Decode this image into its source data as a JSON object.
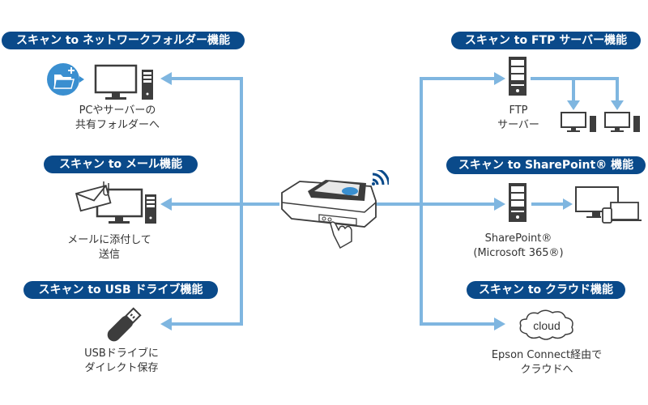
{
  "colors": {
    "pill": "#0a4a8a",
    "arrow": "#7fb6e0",
    "icon": "#3d3d3d",
    "accent": "#3a8fd0"
  },
  "left": [
    {
      "title": "スキャン to ネットワークフォルダー機能",
      "line1": "PCやサーバーの",
      "line2": "共有フォルダーへ"
    },
    {
      "title": "スキャン to メール機能",
      "line1": "メールに添付して",
      "line2": "送信"
    },
    {
      "title": "スキャン to USB ドライブ機能",
      "line1": "USBドライブに",
      "line2": "ダイレクト保存"
    }
  ],
  "right": [
    {
      "title": "スキャン to FTP サーバー機能",
      "line1": "FTP",
      "line2": "サーバー"
    },
    {
      "title": "スキャン to SharePoint® 機能",
      "line1": "SharePoint®",
      "line2": "(Microsoft 365®)"
    },
    {
      "title": "スキャン to クラウド機能",
      "line1": "Epson Connect経由で",
      "line2": "クラウドへ",
      "cloud_text": "cloud"
    }
  ]
}
